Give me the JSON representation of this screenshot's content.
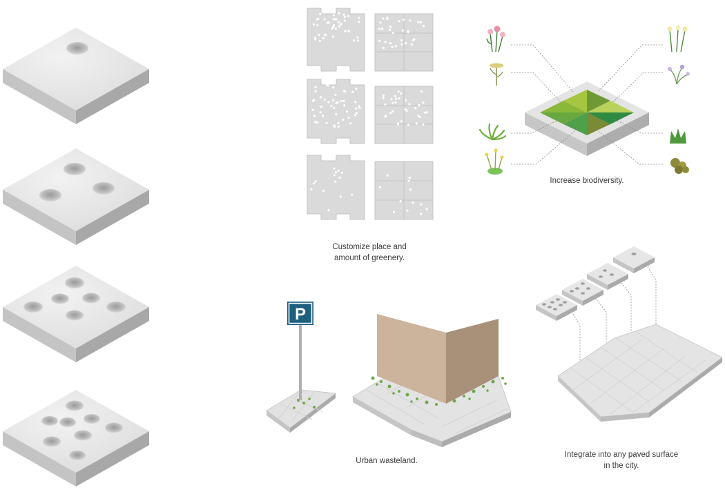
{
  "captions": {
    "customize_line1": "Customize place and",
    "customize_line2": "amount of greenery.",
    "biodiversity": "Increase biodiversity.",
    "wasteland": "Urban wasteland.",
    "integrate_line1": "Integrate into any paved surface",
    "integrate_line2": "in the city."
  },
  "parking_sign": {
    "letter": "P",
    "color": "#1e5f7e"
  },
  "colors": {
    "tile_top": "#e6e6e6",
    "tile_left": "#c2c2c2",
    "tile_right": "#a9a9a9",
    "wall_left": "#cbb39c",
    "wall_right": "#a99179",
    "green_light": "#a4c441",
    "green_dark": "#3e8f45"
  },
  "icons": {
    "tiles": [
      "tile-one-hole-icon",
      "tile-three-holes-icon",
      "tile-five-holes-icon",
      "tile-seven-holes-icon"
    ],
    "plants_left": [
      "pink-flower-icon",
      "yellow-umbel-icon",
      "green-grass-icon",
      "yellow-sedge-icon"
    ],
    "plants_right": [
      "white-flower-icon",
      "purple-flower-icon",
      "green-shrub-icon",
      "olive-moss-icon"
    ]
  }
}
